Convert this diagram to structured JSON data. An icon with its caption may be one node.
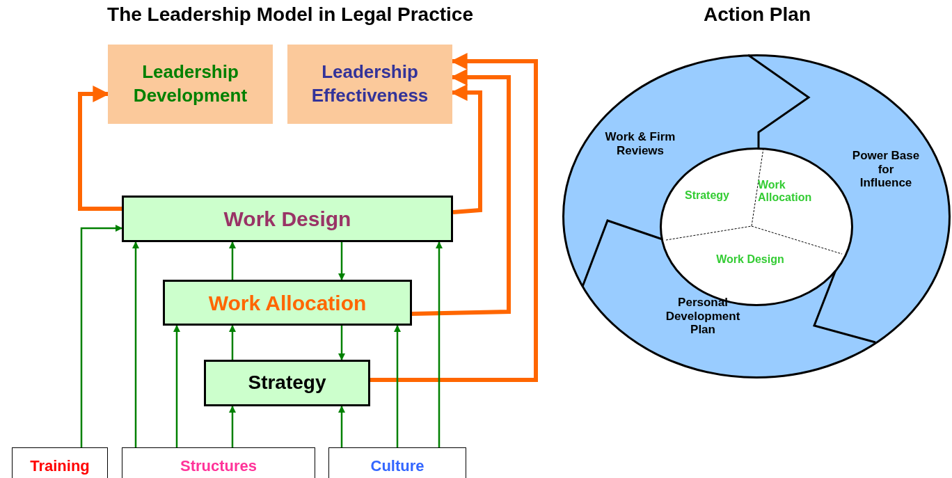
{
  "diagram": {
    "title": "The Leadership Model in Legal Practice",
    "nodes": [
      {
        "text": [
          "Leadership Development"
        ]
      },
      {
        "text": [
          "Leadership Effectiveness"
        ]
      },
      {
        "text": [
          "Work Design"
        ]
      },
      {
        "text": [
          "Work Allocation"
        ]
      },
      {
        "text": [
          "Strategy"
        ]
      },
      {
        "text": [
          "Training"
        ]
      },
      {
        "text": [
          "Structures"
        ]
      },
      {
        "text": [
          "Culture"
        ]
      },
      {
        "text": [
          "Work & Firm Reviews",
          "Power Base for Influence",
          "Personal Development Plan"
        ]
      },
      {
        "text": [
          "Strategy",
          "Work Allocation",
          "Work Design"
        ],
        "in": 8
      }
    ],
    "edges": [
      {
        "from": 2,
        "to": 0,
        "arrow": "to",
        "style": "thick",
        "color": "#ff6600"
      },
      {
        "from": 2,
        "to": 1,
        "arrow": "to",
        "style": "thick",
        "color": "#ff6600"
      },
      {
        "from": 3,
        "to": 1,
        "arrow": "to",
        "style": "thick",
        "color": "#ff6600"
      },
      {
        "from": 4,
        "to": 1,
        "arrow": "to",
        "style": "thick",
        "color": "#ff6600"
      },
      {
        "from": 5,
        "to": 2,
        "arrow": "to"
      },
      {
        "from": 6,
        "to": 2,
        "arrow": "to"
      },
      {
        "from": 6,
        "to": 3,
        "arrow": "to"
      },
      {
        "from": 6,
        "to": 4,
        "arrow": "to"
      },
      {
        "from": 7,
        "to": 4,
        "arrow": "to"
      },
      {
        "from": 7,
        "to": 3,
        "arrow": "to"
      },
      {
        "from": 7,
        "to": 2,
        "arrow": "to"
      },
      {
        "from": 4,
        "to": 3,
        "arrow": "to"
      },
      {
        "from": 3,
        "to": 4,
        "arrow": "to"
      },
      {
        "from": 3,
        "to": 2,
        "arrow": "to"
      },
      {
        "from": 2,
        "to": 3,
        "arrow": "to"
      }
    ],
    "labels": [
      "Action Plan"
    ]
  }
}
